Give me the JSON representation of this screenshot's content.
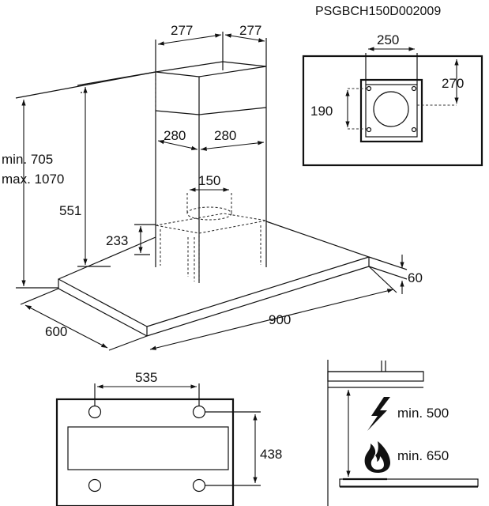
{
  "drawing_code": "PSGBCH150D002009",
  "main_view": {
    "chimney_top_width": "277",
    "chimney_top_depth": "277",
    "chimney_mid_width": "280",
    "chimney_mid_depth": "280",
    "outlet_diameter": "150",
    "height_min": "min. 705",
    "height_max": "max. 1070",
    "canopy_height": "551",
    "motor_height": "233",
    "depth": "600",
    "width": "900",
    "panel_thickness": "60"
  },
  "ceiling_view": {
    "bracket_width": "250",
    "bracket_offset": "270",
    "bracket_height": "190"
  },
  "bottom_view": {
    "hole_spacing_x": "535",
    "hole_spacing_y": "438"
  },
  "clearance_view": {
    "electric_min": "min. 500",
    "gas_min": "min. 650",
    "electric_icon": "lightning-icon",
    "gas_icon": "flame-icon"
  }
}
